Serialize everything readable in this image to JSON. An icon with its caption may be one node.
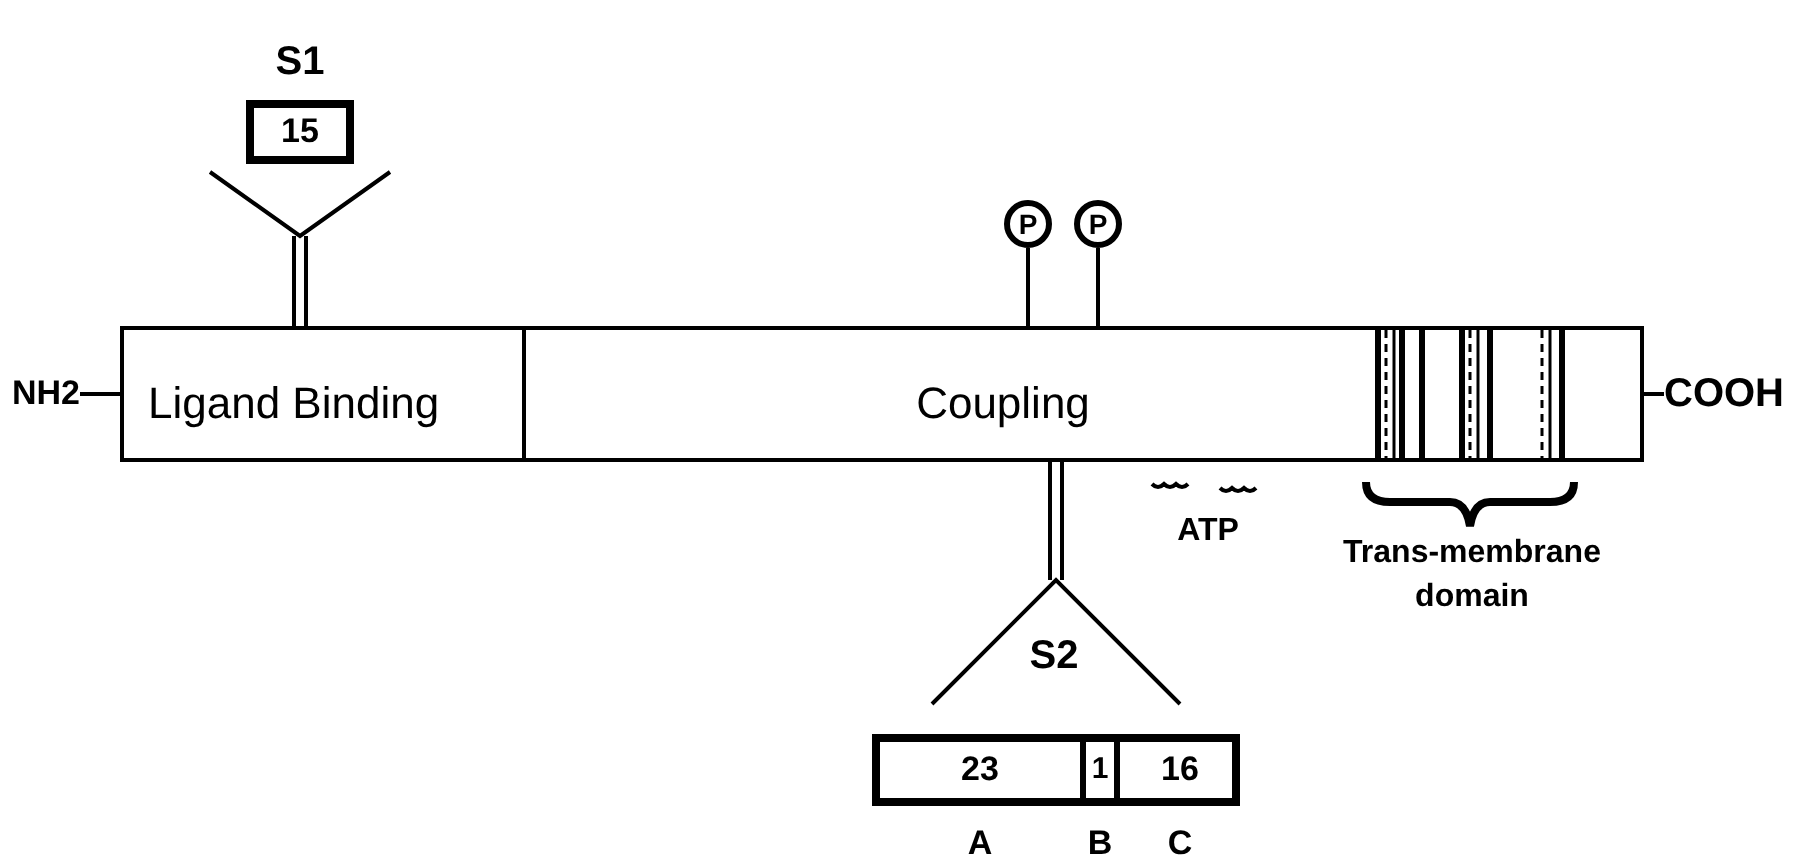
{
  "diagram": {
    "nodes": [
      {
        "text": [
          "NH2"
        ]
      },
      {
        "text": [
          "Ligand Binding"
        ]
      },
      {
        "text": [
          "Coupling"
        ]
      },
      {
        "text": [
          "COOH"
        ]
      },
      {
        "text": [
          "15"
        ]
      },
      {
        "text": [
          "P"
        ]
      },
      {
        "text": [
          "P"
        ]
      },
      {
        "text": [],
        "shape": "box"
      },
      {
        "text": [
          "23"
        ],
        "in": 7,
        "beside": [
          "A"
        ]
      },
      {
        "text": [
          "1"
        ],
        "in": 7,
        "beside": [
          "B"
        ]
      },
      {
        "text": [
          "16"
        ],
        "in": 7,
        "beside": [
          "C"
        ]
      }
    ],
    "edges": [
      {
        "from": 0,
        "to": 1,
        "arrow": "none"
      },
      {
        "from": 2,
        "to": 3,
        "arrow": "none"
      },
      {
        "from": 4,
        "to": 1,
        "arrow": "none"
      },
      {
        "from": 5,
        "to": 2,
        "arrow": "none"
      },
      {
        "from": 6,
        "to": 2,
        "arrow": "none"
      },
      {
        "from": 2,
        "to": 7,
        "arrow": "none"
      }
    ],
    "labels": [
      "S1",
      "S2",
      "ATP",
      "Trans-membrane domain"
    ]
  }
}
